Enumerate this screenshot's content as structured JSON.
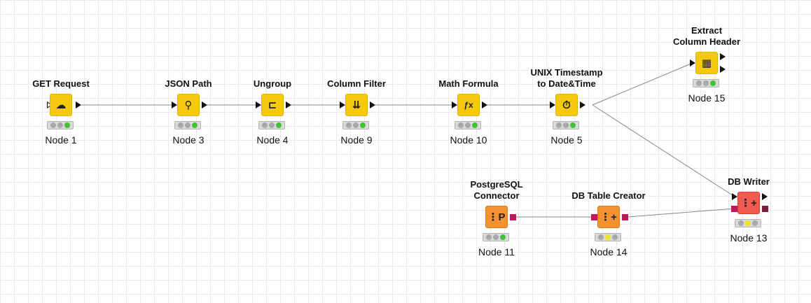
{
  "workflow": {
    "nodes": [
      {
        "id": "get-request",
        "title": [
          "GET Request"
        ],
        "label": "Node 1",
        "color": "yellow",
        "icon": "get-request-icon",
        "glyph": "☁",
        "status": [
          "off",
          "off",
          "green"
        ]
      },
      {
        "id": "json-path",
        "title": [
          "JSON Path"
        ],
        "label": "Node 3",
        "color": "yellow",
        "icon": "json-path-icon",
        "glyph": "⚲",
        "status": [
          "off",
          "off",
          "green"
        ]
      },
      {
        "id": "ungroup",
        "title": [
          "Ungroup"
        ],
        "label": "Node 4",
        "color": "yellow",
        "icon": "ungroup-icon",
        "glyph": "⊏",
        "status": [
          "off",
          "off",
          "green"
        ]
      },
      {
        "id": "column-filter",
        "title": [
          "Column Filter"
        ],
        "label": "Node 9",
        "color": "yellow",
        "icon": "column-filter-icon",
        "glyph": "⇊",
        "status": [
          "off",
          "off",
          "green"
        ]
      },
      {
        "id": "math-formula",
        "title": [
          "Math Formula"
        ],
        "label": "Node 10",
        "color": "yellow",
        "icon": "math-formula-icon",
        "glyph": "ƒx",
        "status": [
          "off",
          "off",
          "green"
        ]
      },
      {
        "id": "unix-timestamp",
        "title": [
          "UNIX Timestamp",
          "to Date&Time"
        ],
        "label": "Node 5",
        "color": "yellow",
        "icon": "clock-icon",
        "glyph": "⏱",
        "status": [
          "off",
          "off",
          "green"
        ]
      },
      {
        "id": "extract-column-header",
        "title": [
          "Extract",
          "Column Header"
        ],
        "label": "Node 15",
        "color": "yellow",
        "icon": "table-icon",
        "glyph": "▦",
        "status": [
          "off",
          "off",
          "green"
        ]
      },
      {
        "id": "postgresql-connector",
        "title": [
          "PostgreSQL",
          "Connector"
        ],
        "label": "Node 11",
        "color": "orange",
        "icon": "database-connector-icon",
        "glyph": "⋮P",
        "status": [
          "off",
          "off",
          "green"
        ]
      },
      {
        "id": "db-table-creator",
        "title": [
          "DB Table Creator"
        ],
        "label": "Node 14",
        "color": "orange",
        "icon": "database-table-icon",
        "glyph": "⋮+",
        "status": [
          "off",
          "yellow",
          "off"
        ]
      },
      {
        "id": "db-writer",
        "title": [
          "DB Writer"
        ],
        "label": "Node 13",
        "color": "red",
        "icon": "database-writer-icon",
        "glyph": "⋮+",
        "status": [
          "off",
          "yellow",
          "off"
        ]
      }
    ]
  }
}
